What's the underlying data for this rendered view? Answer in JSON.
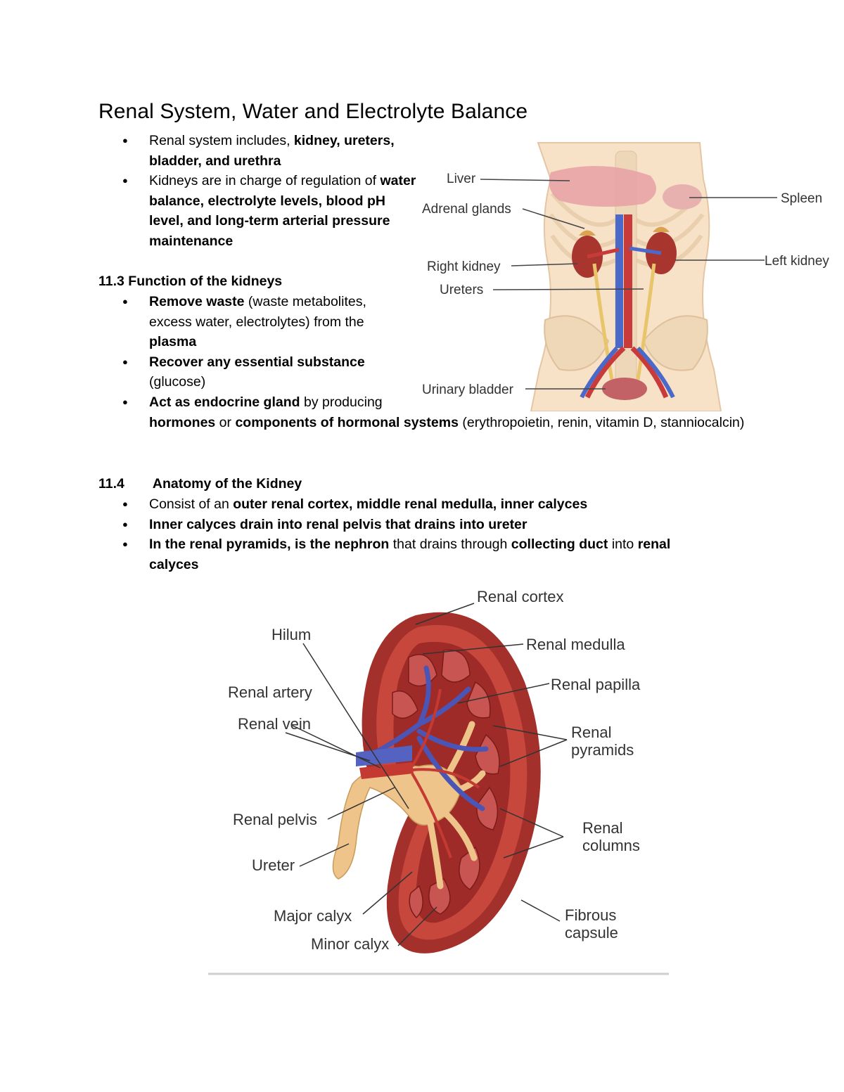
{
  "title": "Renal System, Water and Electrolyte Balance",
  "intro": {
    "b1": {
      "p1": "Renal system includes, ",
      "p2": "kidney, ureters, bladder, and urethra"
    },
    "b2": {
      "p1": "Kidneys are in charge of regulation of ",
      "p2": "water balance, electrolyte levels, blood pH level, and long-term arterial pressure maintenance"
    }
  },
  "section_113": {
    "heading": "11.3 Function of the kidneys",
    "b1": {
      "p1": "Remove waste",
      "p2": " (waste metabolites, excess water, electrolytes) from the ",
      "p3": "plasma"
    },
    "b2": {
      "p1": "Recover any essential substance",
      "p2": " (glucose)"
    },
    "b3": {
      "p1": "Act as endocrine gland",
      "p2": " by producing ",
      "p3": "hormones",
      "p4": " or ",
      "p5": "components of hormonal systems",
      "p6": " (erythropoietin, renin, vitamin D, stanniocalcin)"
    }
  },
  "section_114": {
    "num": "11.4",
    "heading": "Anatomy of the Kidney",
    "b1": {
      "p1": "Consist of an ",
      "p2": "outer renal cortex, middle renal medulla, inner calyces"
    },
    "b2": {
      "p1": "Inner calyces drain into renal pelvis that drains into ",
      "p2": "ureter"
    },
    "b3": {
      "p1": "In the ",
      "p2": "renal pyramids",
      "p3": ", is the ",
      "p4": "nephron",
      "p5": " that drains through ",
      "p6": "collecting duct",
      "p7": " into ",
      "p8": "renal calyces"
    }
  },
  "figure1": {
    "labels": {
      "liver": "Liver",
      "adrenal": "Adrenal glands",
      "right_kidney": "Right kidney",
      "ureters": "Ureters",
      "bladder": "Urinary bladder",
      "spleen": "Spleen",
      "left_kidney": "Left kidney"
    }
  },
  "figure2": {
    "labels": {
      "cortex": "Renal cortex",
      "hilum": "Hilum",
      "medulla": "Renal medulla",
      "artery": "Renal artery",
      "papilla": "Renal papilla",
      "vein": "Renal vein",
      "pyramids_1": "Renal",
      "pyramids_2": "pyramids",
      "pelvis": "Renal pelvis",
      "columns_1": "Renal",
      "columns_2": "columns",
      "ureter": "Ureter",
      "major": "Major calyx",
      "fibrous_1": "Fibrous",
      "fibrous_2": "capsule",
      "minor": "Minor calyx"
    }
  },
  "colors": {
    "kidney_red": "#b03a2e",
    "vein_blue": "#4a55b5",
    "pelvis_tan": "#eec48a",
    "skin": "#f6dcc0"
  }
}
